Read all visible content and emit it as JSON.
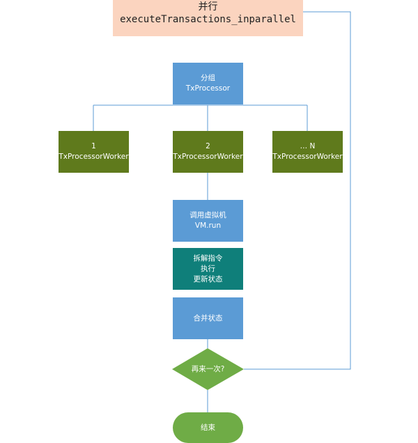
{
  "diagram": {
    "colors": {
      "process": "#5b9bd5",
      "worker": "#5f7a1c",
      "instruction": "#0f7f7a",
      "entry": "#fbd4bf",
      "decision": "#6fac46",
      "terminal": "#6fac46",
      "connector": "#5b9bd5"
    },
    "entry": {
      "line1": "并行",
      "line2": "executeTransactions_inparallel"
    },
    "group": {
      "line1": "分组",
      "line2": "TxProcessor"
    },
    "workers": [
      {
        "index": "1",
        "name": "TxProcessorWorker"
      },
      {
        "index": "2",
        "name": "TxProcessorWorker"
      },
      {
        "index": "… N",
        "name": "TxProcessorWorker"
      }
    ],
    "vm_call": {
      "line1": "调用虚拟机",
      "line2": "VM.run"
    },
    "instructions": {
      "line1": "拆解指令",
      "line2": "执行",
      "line3": "更新状态"
    },
    "merge": {
      "label": "合并状态"
    },
    "decision": {
      "label": "再来一次?"
    },
    "end": {
      "label": "结束"
    }
  }
}
